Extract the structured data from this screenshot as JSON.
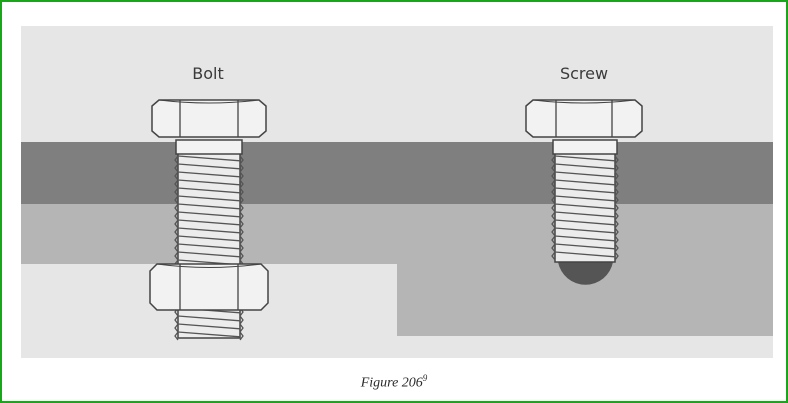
{
  "diagram": {
    "labels": {
      "bolt": "Bolt",
      "screw": "Screw"
    },
    "colors": {
      "background": "#e6e6e6",
      "plate_top": "#7f7f7f",
      "plate_bottom": "#b5b5b5",
      "thread_fill": "#ececec",
      "outline": "#444444",
      "screw_tip": "#555555",
      "frame_border": "#1aa51a"
    }
  },
  "caption": {
    "text": "Figure 206",
    "superscript": "9"
  }
}
